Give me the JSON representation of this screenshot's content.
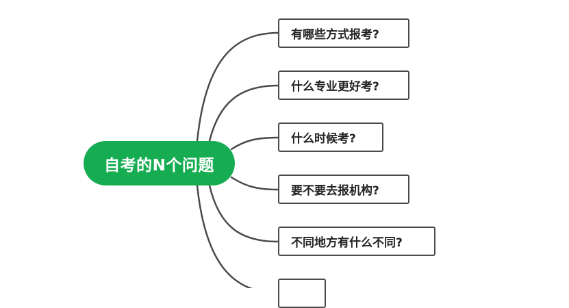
{
  "diagram": {
    "root": {
      "label": "自考的N个问题",
      "color": "#16ad52"
    },
    "branches": [
      {
        "label": "有哪些方式报考?"
      },
      {
        "label": "什么专业更好考?"
      },
      {
        "label": "什么时候考?"
      },
      {
        "label": "要不要去报机构?"
      },
      {
        "label": "不同地方有什么不同?"
      },
      {
        "label": ""
      }
    ],
    "connector_color": "#4a4a4a"
  }
}
